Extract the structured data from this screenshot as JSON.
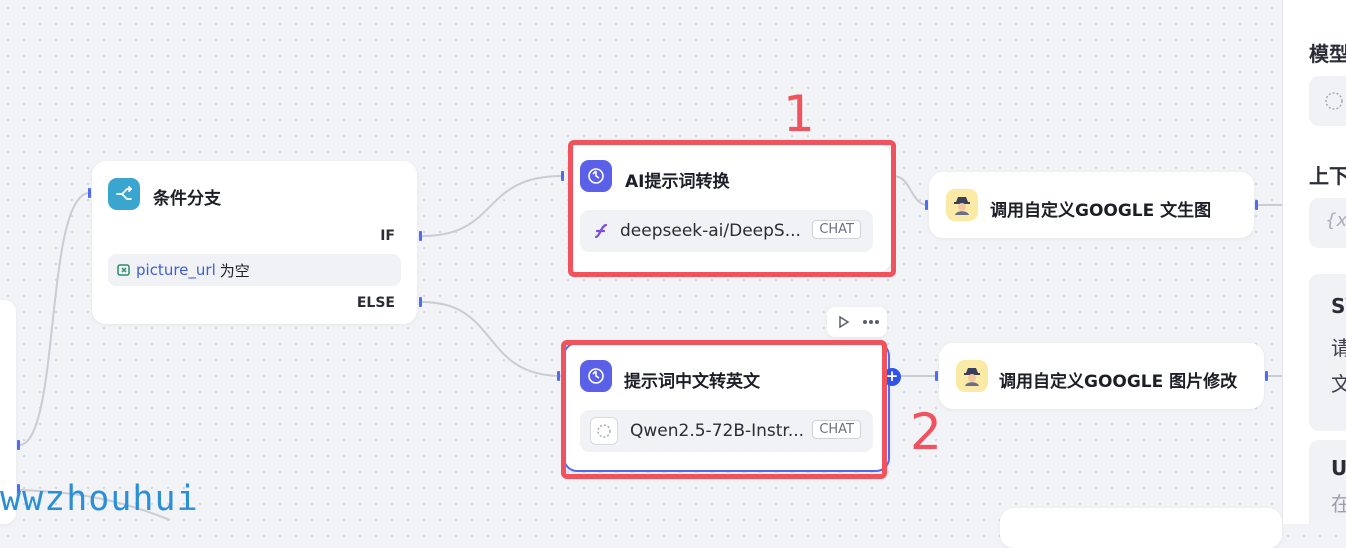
{
  "nodes": {
    "condition": {
      "title": "条件分支",
      "if_label": "IF",
      "else_label": "ELSE",
      "cond_var": "picture_url",
      "cond_op": "为空"
    },
    "ai_prompt": {
      "title": "AI提示词转换",
      "model": "deepseek-ai/DeepS...",
      "tag": "CHAT"
    },
    "translate": {
      "title": "提示词中文转英文",
      "model": "Qwen2.5-72B-Instr...",
      "tag": "CHAT"
    },
    "google_text": {
      "title": "调用自定义GOOGLE 文生图"
    },
    "google_edit": {
      "title": "调用自定义GOOGLE 图片修改"
    }
  },
  "annotations": {
    "first": "1",
    "second": "2"
  },
  "panel": {
    "model_heading": "模型",
    "context_heading": "上下",
    "var_placeholder": "{x}",
    "system_heading": "SY",
    "system_line1": "请",
    "system_line2": "文",
    "user_heading": "U",
    "user_line1": "在"
  },
  "watermark": "wwzhouhui",
  "colors": {
    "accent": "#4e6bf2",
    "annotation": "#f0525e",
    "ai_icon": "#5b60e8",
    "branch_icon": "#3aa6cf"
  }
}
